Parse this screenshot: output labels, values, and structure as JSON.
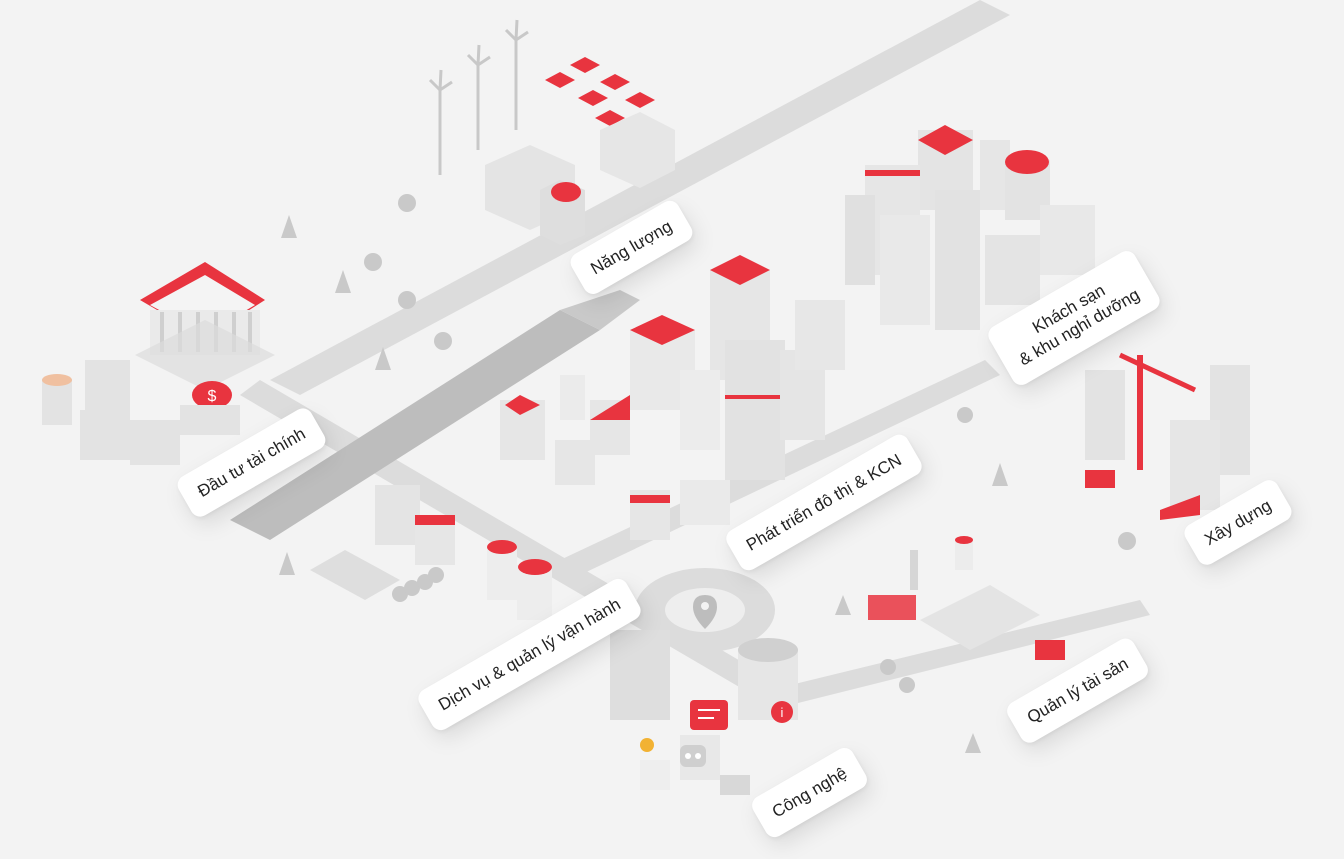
{
  "sectors": {
    "energy": "Năng lượng",
    "hospitality_line1": "Khách sạn",
    "hospitality_line2": "& khu nghỉ dưỡng",
    "construction": "Xây dựng",
    "finance": "Đầu tư tài chính",
    "urban": "Phát triển đô thị & KCN",
    "services": "Dịch vụ & quản lý vận hành",
    "assets": "Quản lý tài sản",
    "technology": "Công nghệ"
  },
  "colors": {
    "accent": "#e8343f",
    "background": "#f3f3f3",
    "building": "#e2e2e2",
    "road": "#d9d9d9",
    "river": "#bdbdbd"
  },
  "icons": {
    "bank": "bank-icon",
    "dollar": "dollar-coin-icon",
    "info": "info-bubble-icon",
    "chat": "chat-bubble-icon",
    "location": "location-pin-icon",
    "bulb": "light-bulb-icon",
    "robot": "robot-icon"
  }
}
